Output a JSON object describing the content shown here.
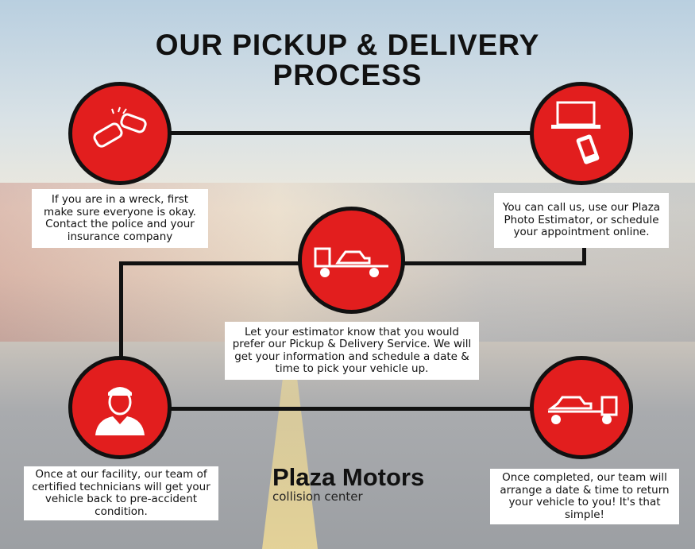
{
  "title": {
    "line1": "OUR PICKUP & DELIVERY",
    "line2": "PROCESS"
  },
  "steps": [
    {
      "icon": "car-crash-icon",
      "text": "If you are in a wreck, first make sure everyone is okay. Contact the police and your insurance company"
    },
    {
      "icon": "laptop-phone-icon",
      "text": "You can call us, use our Plaza Photo Estimator, or schedule your appointment online."
    },
    {
      "icon": "tow-truck-icon",
      "text": "Let your estimator know that you would prefer our Pickup & Delivery Service. We will get your information and schedule a date & time to pick your vehicle up."
    },
    {
      "icon": "technician-icon",
      "text": "Once at our facility, our team of certified technicians will get your vehicle back to pre-accident condition."
    },
    {
      "icon": "tow-truck-return-icon",
      "text": "Once completed, our team will arrange a date & time to return your vehicle to you! It's that simple!"
    }
  ],
  "logo": {
    "brand": "Plaza Motors",
    "tagline": "collision center"
  },
  "colors": {
    "accent": "#e21e1e",
    "line": "#111111"
  }
}
